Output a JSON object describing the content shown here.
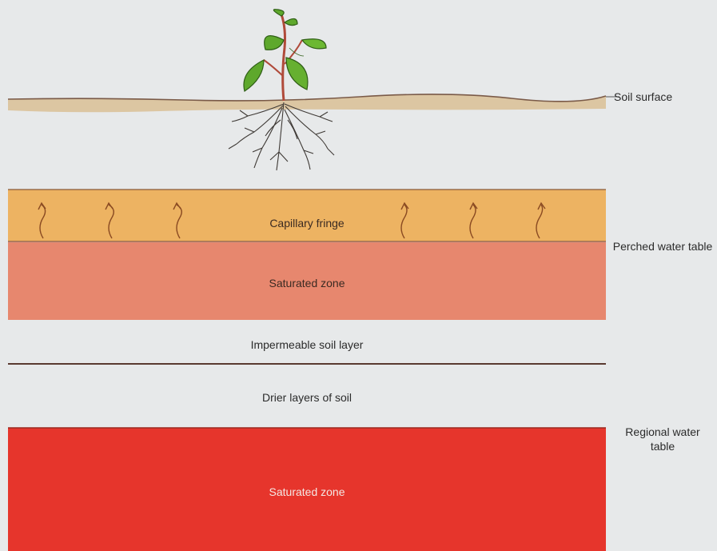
{
  "labels": {
    "soil_surface": "Soil surface",
    "capillary_fringe": "Capillary fringe",
    "saturated_zone_upper": "Saturated zone",
    "perched_water_table": "Perched water table",
    "impermeable_layer": "Impermeable soil layer",
    "drier_layers": "Drier layers of soil",
    "regional_water_table": "Regional water table",
    "saturated_zone_lower": "Saturated zone"
  },
  "colors": {
    "background": "#e7e9ea",
    "soil_surface_band": "#dcc6a2",
    "capillary_fringe": "#edb362",
    "saturated_upper": "#e7876e",
    "saturated_lower": "#e6352c",
    "arrow": "#8a4a22",
    "root": "#3f3a36",
    "leaf": "#5ea82c",
    "stem": "#b04a3a"
  },
  "icons": [
    "plant-icon",
    "capillary-arrow-icon"
  ]
}
